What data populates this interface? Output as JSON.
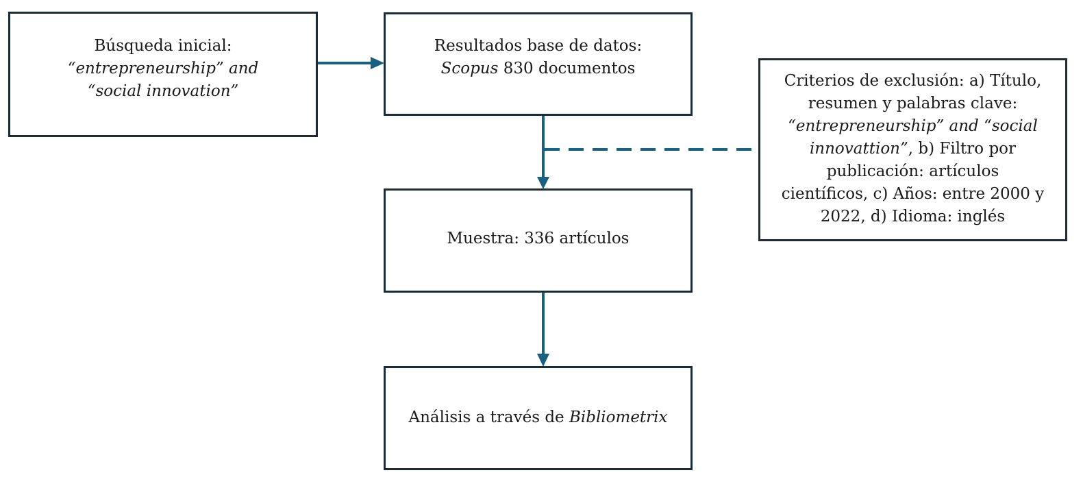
{
  "colors": {
    "connector": "#1a6080",
    "box_border": "#1b2b38",
    "text": "#1a1a1a",
    "background": "#ffffff"
  },
  "boxes": {
    "search": {
      "line1": "Búsqueda inicial:",
      "line2": "“entrepreneurship” and",
      "line3": "“social innovation”"
    },
    "results": {
      "line1": "Resultados base de datos:",
      "source": "Scopus",
      "count_text": " 830 documentos"
    },
    "criteria": {
      "line1": "Criterios de exclusión: a) Título,",
      "line2": "resumen y palabras clave:",
      "line3": "“entrepreneurship” and “social",
      "line4_italic": "innovattion”",
      "line4_rest": ", b) Filtro por",
      "line5": "publicación: artículos",
      "line6": "científicos, c) Años: entre 2000 y",
      "line7": "2022, d) Idioma: inglés"
    },
    "sample": {
      "text": "Muestra: 336 artículos"
    },
    "analysis": {
      "prefix": "Análisis a través de ",
      "tool": "Bibliometrix"
    }
  }
}
